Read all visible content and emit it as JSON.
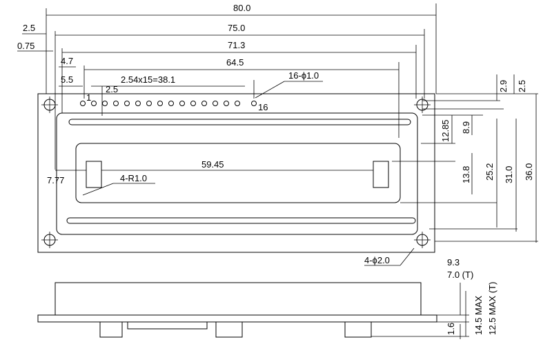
{
  "top_view": {
    "dimensions": {
      "overall_width": "80.0",
      "pcb_hole_span": "75.0",
      "bezel_width": "71.3",
      "viewing_area_width": "64.5",
      "pin_span": "2.54x15=38.1",
      "left_edge_to_hole": "2.5",
      "left_edge_to_bezel": "0.75",
      "left_edge_to_bezel_inner": "4.7",
      "left_edge_to_pin1": "5.5",
      "pin_y_offset": "2.5",
      "pin_spec": "16-ϕ1.0",
      "pin1_label": "1",
      "pin16_label": "16",
      "active_area_to_window": "7.77",
      "active_width": "59.45",
      "corner_radius": "4-R1.0",
      "mounting_holes": "4-ϕ2.0",
      "hole_offset_y": "2.9",
      "pcb_edge_to_hole_y": "2.5",
      "window_top": "12.85",
      "bezel_top": "8.9",
      "char_height": "13.8",
      "viewing_height": "25.2",
      "bezel_height": "31.0",
      "overall_height": "36.0"
    }
  },
  "side_view": {
    "dimensions": {
      "thickness_led": "9.3",
      "thickness_led_note": "7.0 (T)",
      "max_height": "14.5 MAX",
      "max_height_alt": "12.5 MAX (T)",
      "pcb_thickness": "1.6"
    }
  }
}
